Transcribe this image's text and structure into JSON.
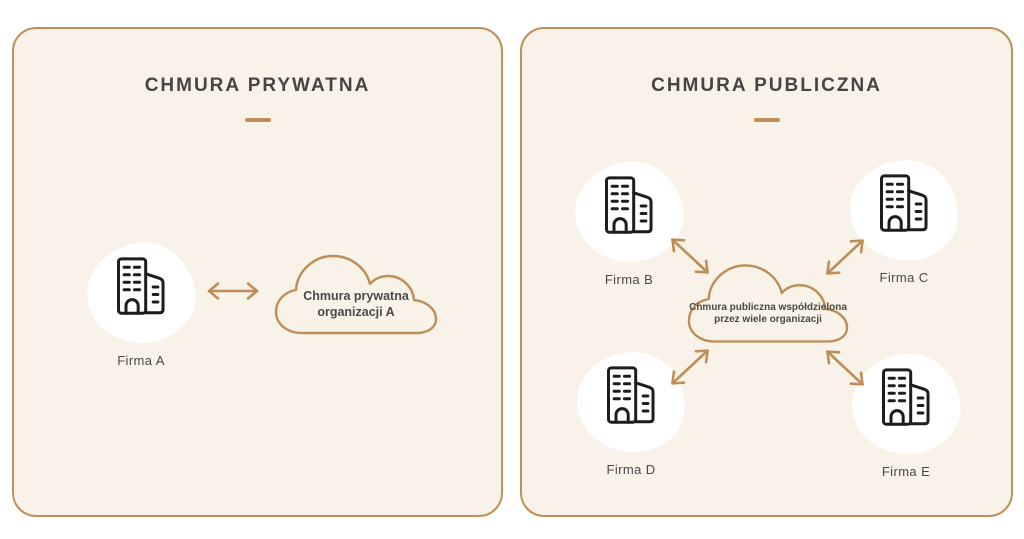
{
  "panels": [
    {
      "title": "CHMURA PRYWATNA",
      "cloud": {
        "line1": "Chmura prywatna",
        "line2": "organizacji A"
      },
      "companies": [
        {
          "label": "Firma A"
        }
      ]
    },
    {
      "title": "CHMURA PUBLICZNA",
      "cloud": {
        "line1": "Chmura publiczna współdzielona",
        "line2": "przez wiele organizacji"
      },
      "companies": [
        {
          "label": "Firma B"
        },
        {
          "label": "Firma C"
        },
        {
          "label": "Firma D"
        },
        {
          "label": "Firma E"
        }
      ]
    }
  ],
  "icons": {
    "company": "building-icon",
    "cloud": "cloud-outline-icon",
    "connection": "double-arrow-icon"
  },
  "colors": {
    "accent": "#bf8d57",
    "panel_border": "#c09058",
    "panel_background": "#f8f2e9",
    "text": "#474544",
    "building_stroke": "#1d1d1b",
    "blob": "#ffffff",
    "page_background": "#ffffff"
  }
}
